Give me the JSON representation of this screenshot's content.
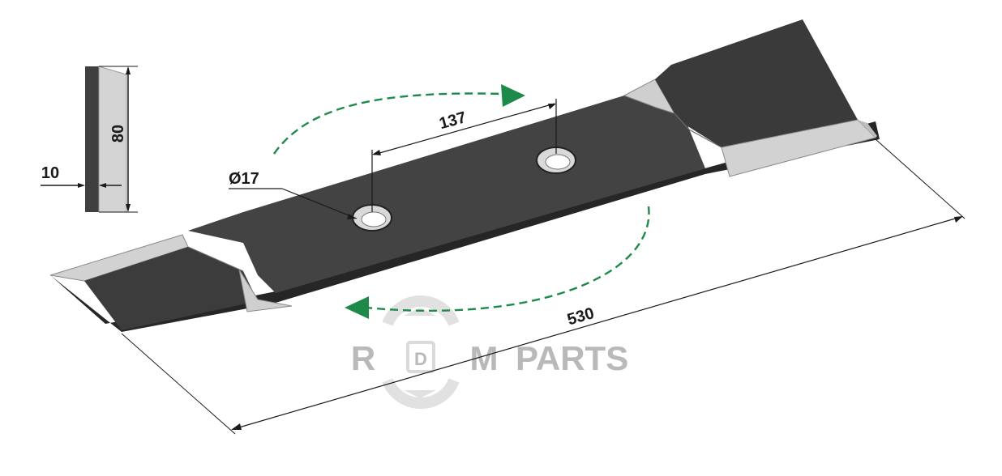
{
  "dimensions": {
    "width": "80",
    "thickness": "10",
    "hole_diameter": "Ø17",
    "hole_spacing": "137",
    "length": "530"
  },
  "logo": {
    "letter_r": "R",
    "letter_d": "D",
    "letter_m": "M",
    "word": "PARTS"
  },
  "colors": {
    "blade_dark": "#3d3d3d",
    "blade_edge": "#2a2a2a",
    "bevel_light": "#cfcfcf",
    "arrow_green": "#1e8a4a",
    "logo_gray": "#b9b9b9"
  }
}
